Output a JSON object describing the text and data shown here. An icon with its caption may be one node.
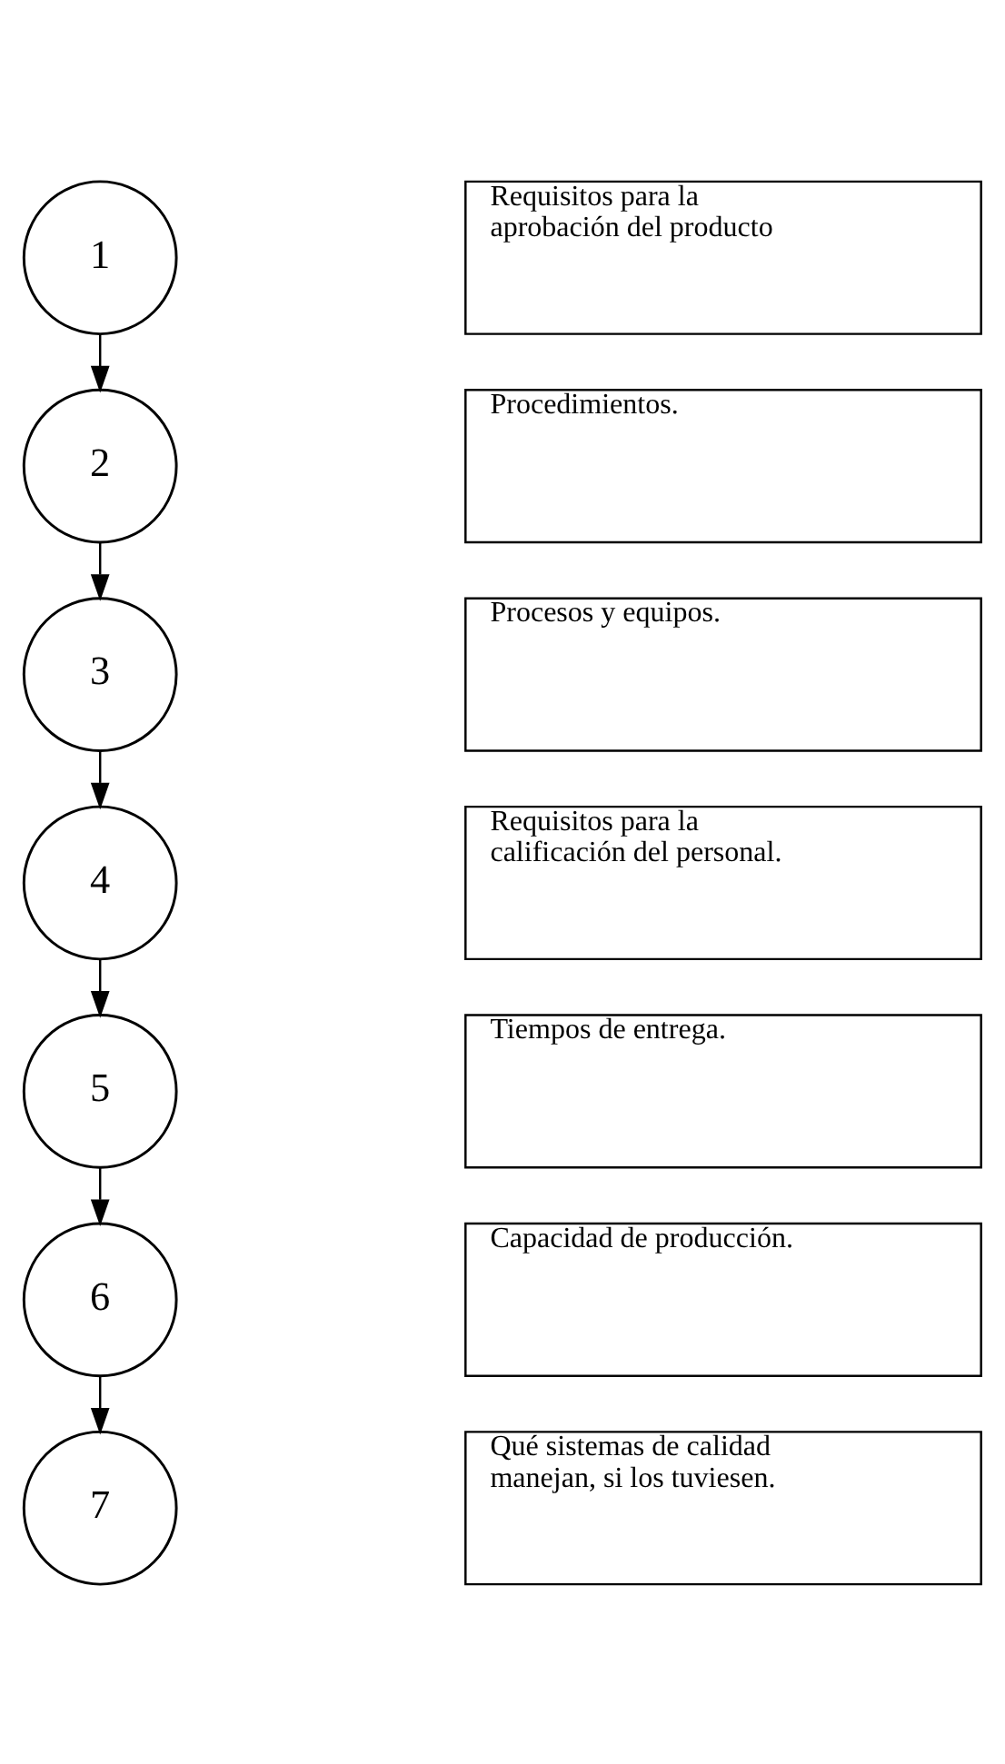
{
  "diagram": {
    "nodes": [
      {
        "text": [
          "1"
        ]
      },
      {
        "text": [
          "Requisitos para la aprobación del producto"
        ]
      },
      {
        "text": [
          "2"
        ]
      },
      {
        "text": [
          "Procedimientos."
        ]
      },
      {
        "text": [
          "3"
        ]
      },
      {
        "text": [
          "Procesos y equipos."
        ]
      },
      {
        "text": [
          "4"
        ]
      },
      {
        "text": [
          "Requisitos para la calificación del personal."
        ]
      },
      {
        "text": [
          "5"
        ]
      },
      {
        "text": [
          "Tiempos de entrega."
        ]
      },
      {
        "text": [
          "6"
        ]
      },
      {
        "text": [
          "Capacidad de producción."
        ]
      },
      {
        "text": [
          "7"
        ]
      },
      {
        "text": [
          "Qué sistemas de calidad manejan, si los tuviesen."
        ]
      }
    ],
    "edges": [
      {
        "from": 0,
        "to": 2,
        "arrow": "to"
      },
      {
        "from": 2,
        "to": 4,
        "arrow": "to"
      },
      {
        "from": 4,
        "to": 6,
        "arrow": "to"
      },
      {
        "from": 6,
        "to": 8,
        "arrow": "to"
      },
      {
        "from": 8,
        "to": 10,
        "arrow": "to"
      },
      {
        "from": 10,
        "to": 12,
        "arrow": "to"
      }
    ]
  }
}
